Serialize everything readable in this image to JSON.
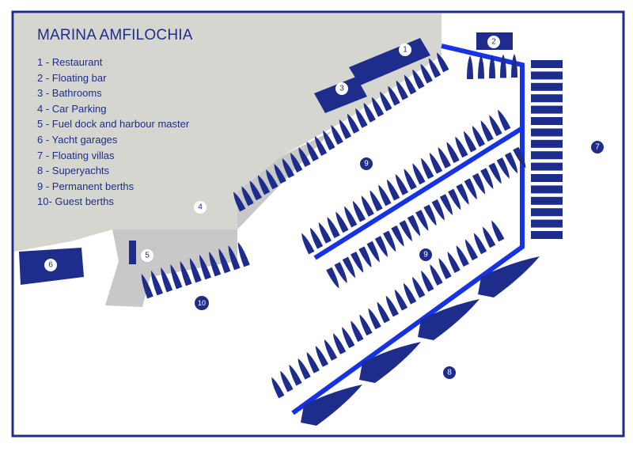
{
  "title": "MARINA AMFILOCHIA",
  "legend": [
    "1 - Restaurant",
    "2 - Floating bar",
    "3 - Bathrooms",
    "4 - Car Parking",
    "5 - Fuel dock and harbour master",
    "6 - Yacht garages",
    "7 - Floating villas",
    "8 - Superyachts",
    "9 - Permanent berths",
    "10- Guest berths"
  ],
  "markers": {
    "restaurant": "1",
    "floating_bar": "2",
    "bathrooms": "3",
    "car_parking": "4",
    "fuel_dock": "5",
    "yacht_garages": "6",
    "floating_villas": "7",
    "superyachts": "8",
    "permanent_north": "9",
    "permanent_middle": "9",
    "guest_berths": "10"
  },
  "colors": {
    "navy": "#1e2d8c",
    "pier_blue": "#1532e6",
    "land": "#d6d6d0",
    "quay": "#c8c8c8",
    "border": "#1e2d8c"
  }
}
